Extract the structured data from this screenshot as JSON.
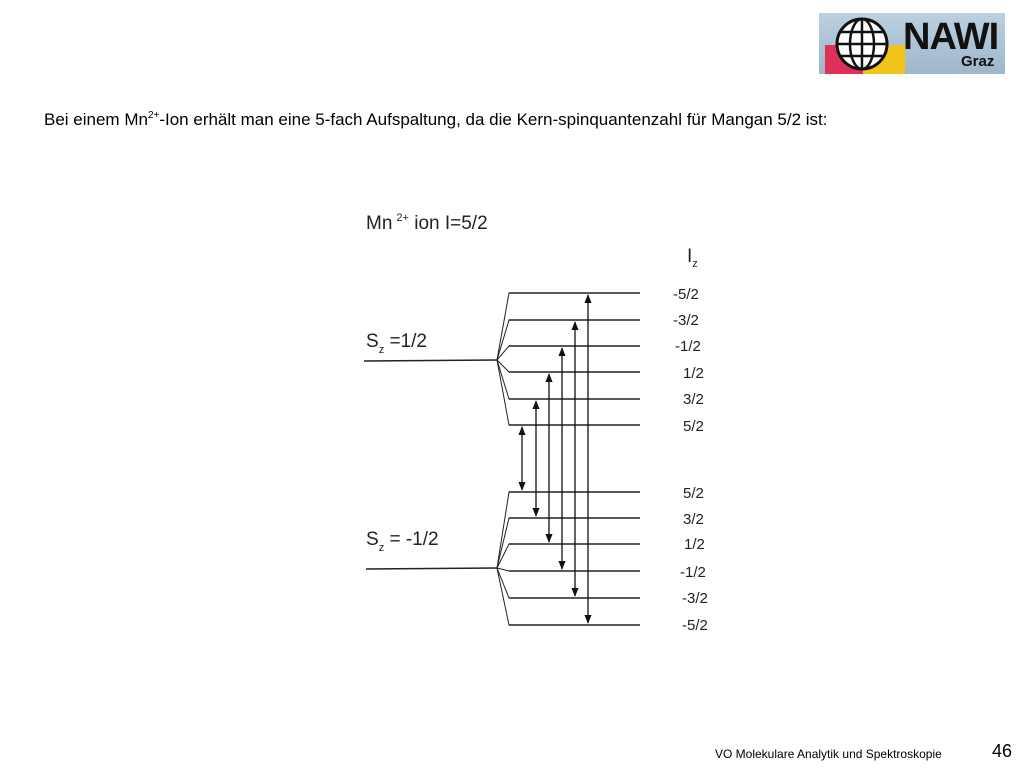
{
  "logo": {
    "title": "NAWI",
    "subtitle": "Graz",
    "colors": {
      "red": "#e0305a",
      "yellow": "#f2c31a",
      "background": "#a9bfd3"
    }
  },
  "headline": {
    "pre": "Bei einem Mn",
    "sup": "2+",
    "post": "-Ion erhält man eine 5-fach Aufspaltung, da die Kern-spinquantenzahl für Mangan 5/2 ist:"
  },
  "diagram": {
    "title_pre": "Mn",
    "title_sup": "2+",
    "title_post": " ion I=5/2",
    "column_header": "I",
    "column_header_sub": "z",
    "upper": {
      "label": "S",
      "label_sub": "z",
      "label_value": " =1/2",
      "levels": [
        "-5/2",
        "-3/2",
        "-1/2",
        "1/2",
        "3/2",
        "5/2"
      ]
    },
    "lower": {
      "label": "S",
      "label_sub": "z",
      "label_value": " = -1/2",
      "levels": [
        "5/2",
        "3/2",
        "1/2",
        "-1/2",
        "-3/2",
        "-5/2"
      ]
    },
    "transitions": [
      {
        "from": "5/2 (S=-1/2)",
        "to": "5/2 (S=1/2)"
      },
      {
        "from": "3/2 (S=-1/2)",
        "to": "3/2 (S=1/2)"
      },
      {
        "from": "1/2 (S=-1/2)",
        "to": "1/2 (S=1/2)"
      },
      {
        "from": "-1/2 (S=-1/2)",
        "to": "-1/2 (S=1/2)"
      },
      {
        "from": "-3/2 (S=-1/2)",
        "to": "-3/2 (S=1/2)"
      },
      {
        "from": "-5/2 (S=-1/2)",
        "to": "-5/2 (S=1/2)"
      }
    ]
  },
  "footer": {
    "course": "VO Molekulare Analytik und Spektroskopie",
    "page": "46"
  }
}
